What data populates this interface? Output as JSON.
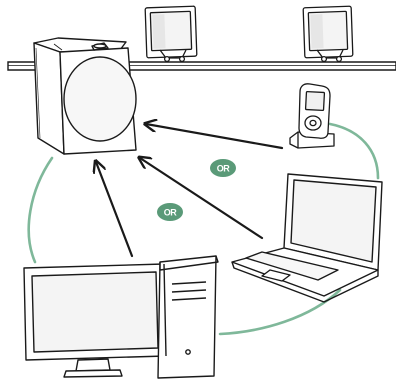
{
  "diagram": {
    "nodes": [
      {
        "id": "speaker",
        "icon": "speaker-icon"
      },
      {
        "id": "mp3-player-dock",
        "icon": "mp3-player-dock-icon"
      },
      {
        "id": "laptop",
        "icon": "laptop-icon"
      },
      {
        "id": "desktop-computer",
        "icon": "desktop-computer-icon"
      },
      {
        "id": "shelf-speaker-left",
        "icon": "speaker-icon"
      },
      {
        "id": "shelf-speaker-right",
        "icon": "speaker-icon"
      }
    ],
    "edges": [
      {
        "from": "mp3-player-dock",
        "to": "speaker"
      },
      {
        "from": "laptop",
        "to": "speaker"
      },
      {
        "from": "desktop-computer",
        "to": "speaker"
      }
    ],
    "labels": {
      "or_upper": "OR",
      "or_lower": "OR"
    },
    "colors": {
      "line": "#222222",
      "link_green": "#7fb89a",
      "badge_green": "#5a9a78",
      "screen_fill": "#f4f4f4",
      "outline": "#1a1a1a"
    }
  }
}
